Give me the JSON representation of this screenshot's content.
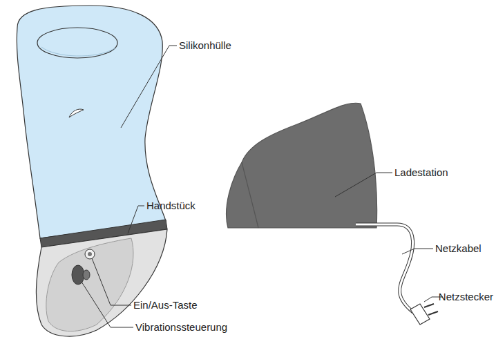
{
  "diagram": {
    "labels": [
      "Silikonhülle",
      "Handstück",
      "Ein/Aus-Taste",
      "Vibrationssteuerung",
      "Ladestation",
      "Netzkabel",
      "Netzstecker"
    ]
  }
}
